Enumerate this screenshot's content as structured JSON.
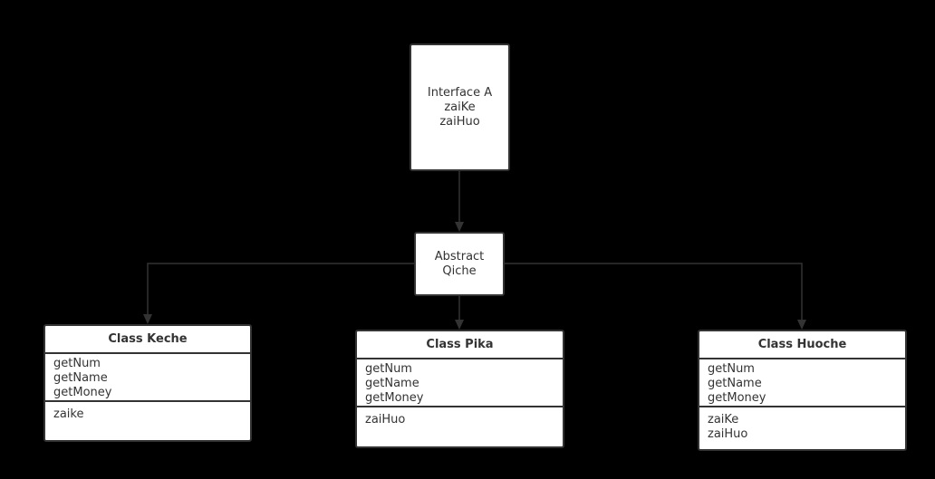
{
  "interface_a": {
    "lines": [
      "Interface A",
      "zaiKe",
      "zaiHuo"
    ]
  },
  "abstract_qiche": {
    "lines": [
      "Abstract",
      "Qiche"
    ]
  },
  "classes": [
    {
      "name": "Class Keche",
      "attributes": [
        "getNum",
        "getName",
        "getMoney"
      ],
      "methods": [
        "zaike"
      ]
    },
    {
      "name": "Class Pika",
      "attributes": [
        "getNum",
        "getName",
        "getMoney"
      ],
      "methods": [
        "zaiHuo"
      ]
    },
    {
      "name": "Class Huoche",
      "attributes": [
        "getNum",
        "getName",
        "getMoney"
      ],
      "methods": [
        "zaiKe",
        "zaiHuo"
      ]
    }
  ],
  "colors": {
    "background": "#000000",
    "node_fill": "#ffffff",
    "stroke": "#333333"
  }
}
